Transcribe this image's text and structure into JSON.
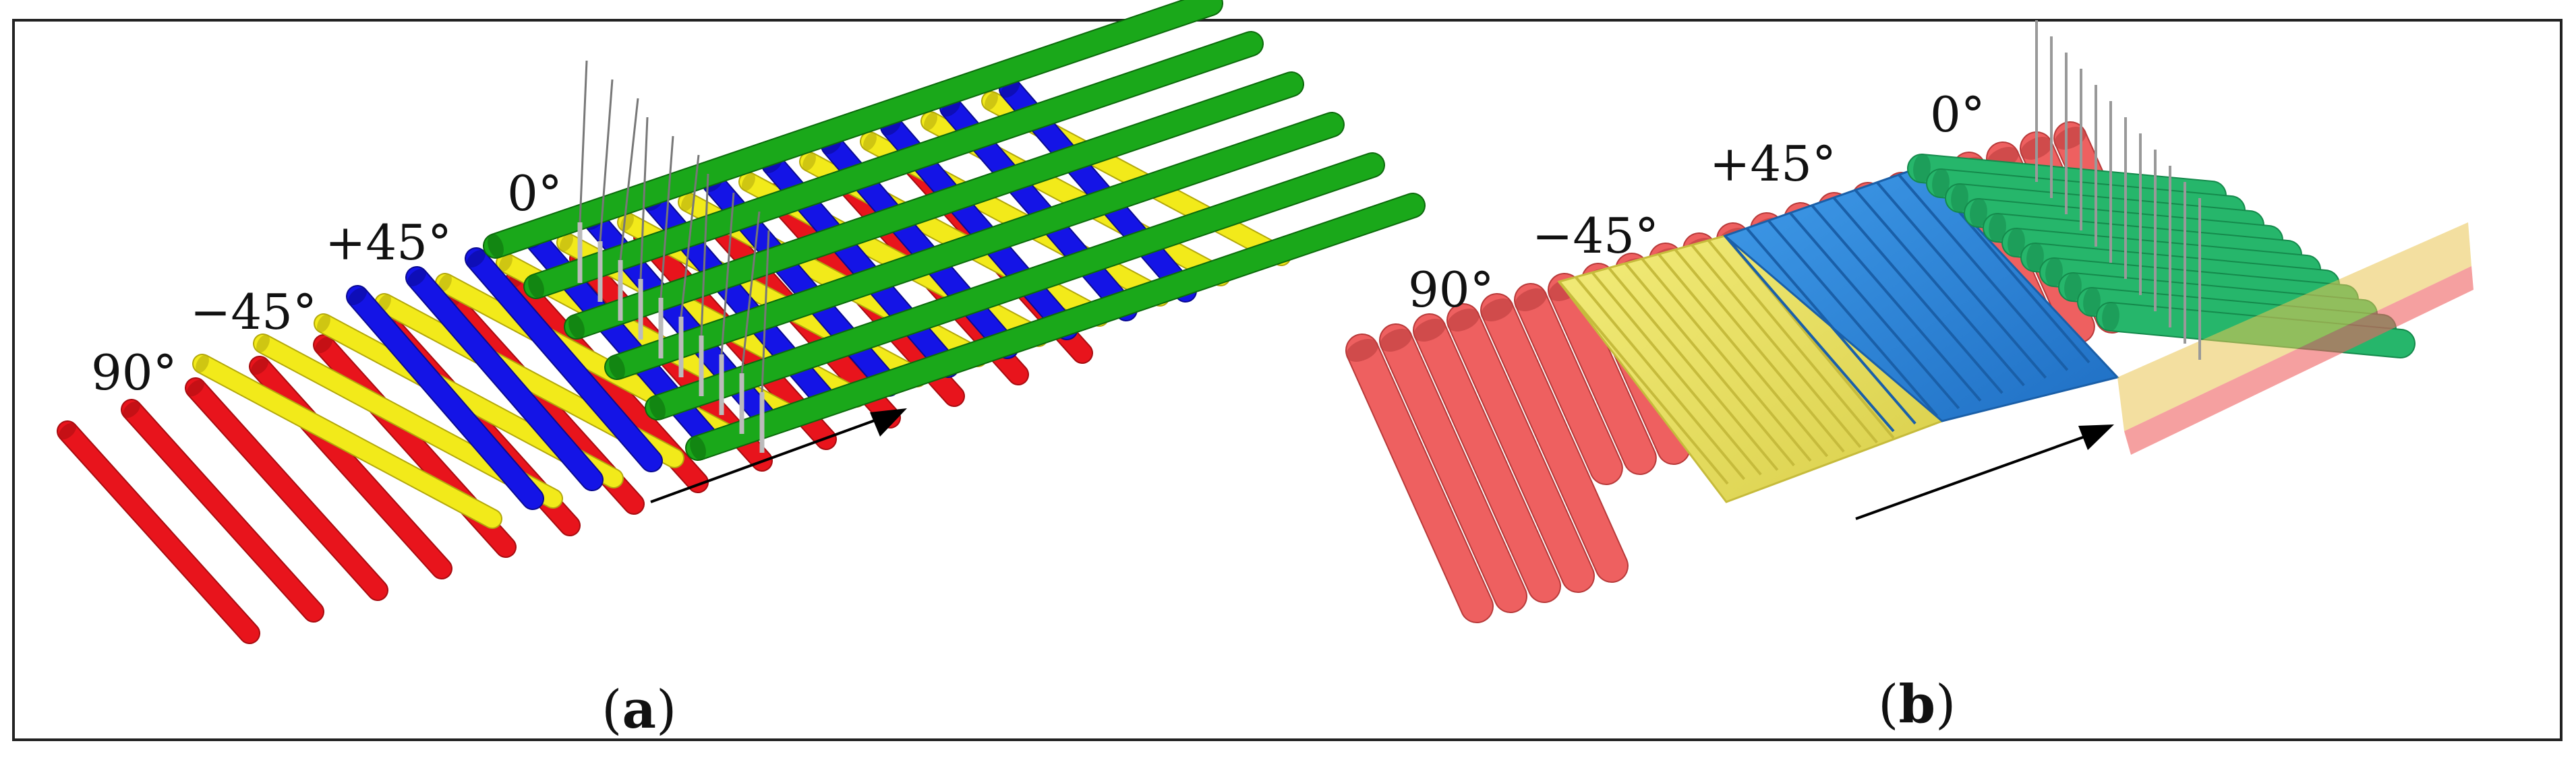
{
  "panel_a": {
    "caption_open": "(",
    "caption_letter": "a",
    "caption_close": ")",
    "labels": {
      "l90": "90°",
      "lm45": "−45°",
      "lp45": "+45°",
      "l0": "0°"
    }
  },
  "panel_b": {
    "caption_open": "(",
    "caption_letter": "b",
    "caption_close": ")",
    "labels": {
      "l90": "90°",
      "lm45": "−45°",
      "lp45": "+45°",
      "l0": "0°"
    }
  },
  "colors": {
    "ply_90": "#e8141c",
    "ply_m45": "#f2ea1a",
    "ply_p45": "#1414e6",
    "ply_0": "#1aa81a",
    "ply_90_b": "#ee5a5a",
    "ply_m45_b": "#ece36a",
    "ply_p45_b": "#2a8ae0",
    "ply_0_b": "#22b56a"
  }
}
